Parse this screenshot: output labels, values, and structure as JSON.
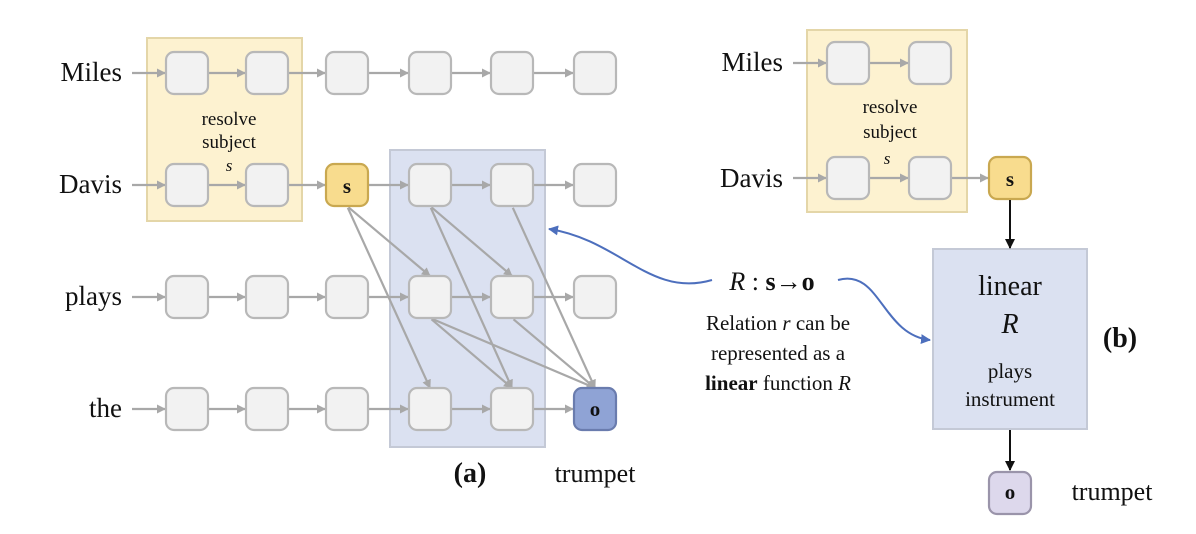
{
  "panel_a": {
    "rows": [
      {
        "label": "Miles"
      },
      {
        "label": "Davis"
      },
      {
        "label": "plays"
      },
      {
        "label": "the"
      }
    ],
    "resolve_box": {
      "line1": "resolve",
      "line2": "subject",
      "symbol": "s"
    },
    "subject_node": "s",
    "object_node": "o",
    "panel_label": "(a)",
    "output_word": "trumpet"
  },
  "annotation": {
    "relation_R": "R",
    "relation_colon": " : ",
    "relation_s": "s",
    "relation_arrow": "→",
    "relation_o": "o",
    "text1_pre": "Relation ",
    "text1_var": "r",
    "text1_post": " can be",
    "text2": "represented as a",
    "text3_bold": "linear",
    "text3_mid": " function ",
    "text3_var": "R"
  },
  "panel_b": {
    "rows": [
      {
        "label": "Miles"
      },
      {
        "label": "Davis"
      }
    ],
    "resolve_box": {
      "line1": "resolve",
      "line2": "subject",
      "symbol": "s"
    },
    "subject_node": "s",
    "linear_box": {
      "title": "linear",
      "var": "R",
      "line3": "plays",
      "line4": "instrument"
    },
    "panel_label": "(b)",
    "object_node": "o",
    "output_word": "trumpet"
  },
  "colors": {
    "node_fill": "#f2f2f2",
    "node_stroke": "#b8b8b8",
    "arrow": "#a8a8a8",
    "resolve_fill": "#fdf2d0",
    "resolve_stroke": "#e4d6a8",
    "subject_fill": "#f8dc8e",
    "subject_stroke": "#c9a850",
    "blue_fill": "#dbe1f1",
    "blue_stroke": "#c4c9d6",
    "object_a_fill": "#8fa3d5",
    "object_a_stroke": "#6a7cae",
    "object_b_fill": "#ddd8ec",
    "object_b_stroke": "#9a94aa",
    "curve": "#4d6fbd"
  }
}
